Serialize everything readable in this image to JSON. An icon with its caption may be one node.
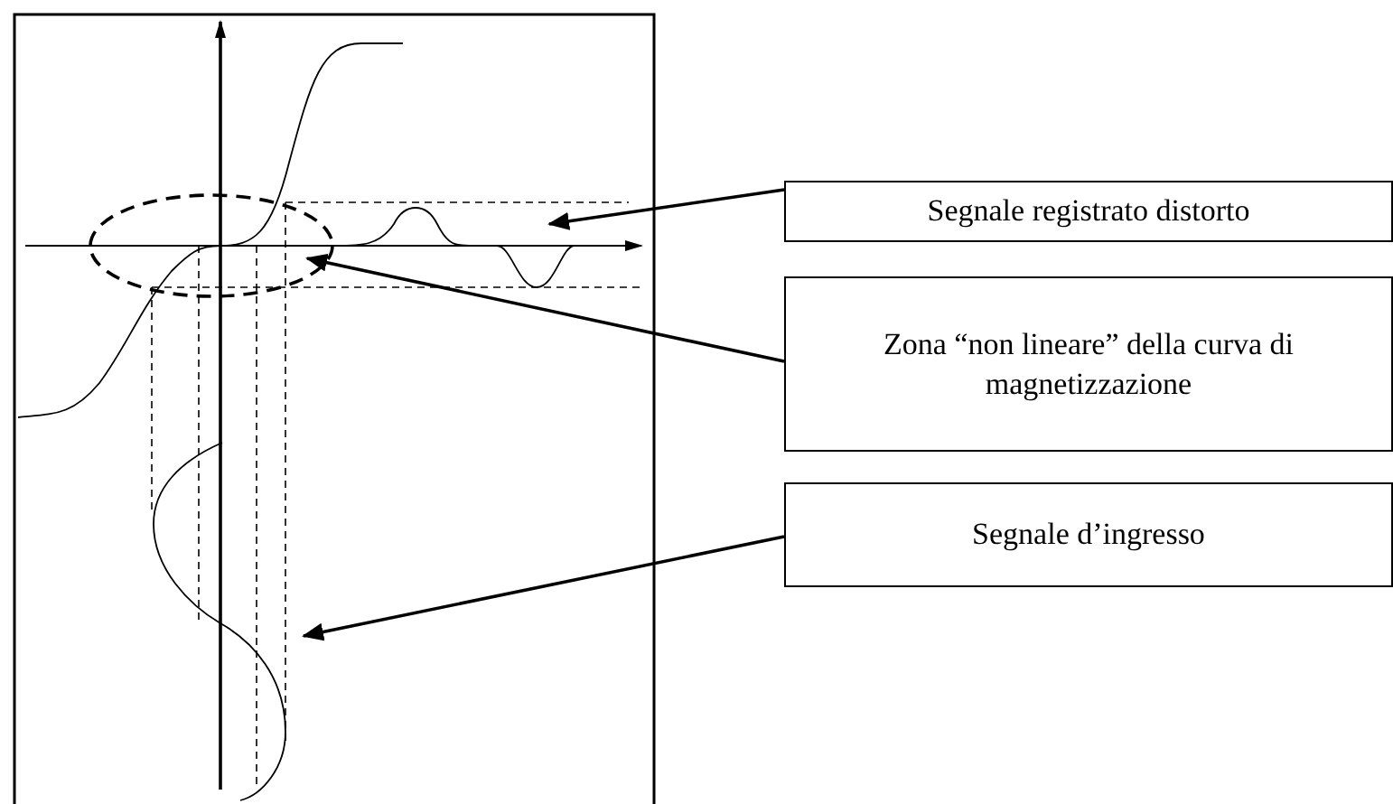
{
  "diagram": {
    "nodes": [
      {
        "text": [
          "Segnale registrato distorto"
        ]
      },
      {
        "text": [
          "Zona “non lineare” della curva di magnetizzazione"
        ]
      },
      {
        "text": [
          "Segnale d’ingresso"
        ]
      },
      {
        "text": [],
        "shape": "picture"
      },
      {
        "text": [],
        "shape": "ellipse"
      },
      {
        "text": [],
        "shape": "picture"
      }
    ],
    "edges": [
      {
        "from": 0,
        "to": 3,
        "arrow": "to"
      },
      {
        "from": 1,
        "to": 4,
        "arrow": "to"
      },
      {
        "from": 2,
        "to": 5,
        "arrow": "to"
      }
    ]
  }
}
